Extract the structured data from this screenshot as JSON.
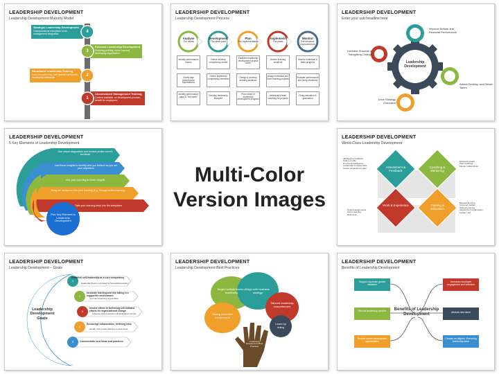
{
  "center": {
    "line1": "Multi-Color",
    "line2": "Version Images"
  },
  "tile_title": "LEADERSHIP DEVELOPMENT",
  "tiles": {
    "t1": {
      "subtitle": "Leadership Development Maturity Model",
      "levels": [
        {
          "num": "4",
          "title": "Strategic Leadership Development",
          "desc": "Championed at executives' level, management integration",
          "color": "#2b9e9a"
        },
        {
          "num": "3",
          "title": "Focused Leadership Development",
          "desc": "Enduring profiling, future focused, developing organization",
          "color": "#8cb841"
        },
        {
          "num": "2",
          "title": "Structured Leadership Training",
          "desc": "Core competencies, well defined curriculum, developing individuals",
          "color": "#f0a02a"
        },
        {
          "num": "1",
          "title": "Unconsistent Management Training",
          "desc": "Content available, no development process, benefit for employees",
          "color": "#c0392b"
        }
      ]
    },
    "t2": {
      "subtitle": "Leadership Development Process",
      "steps": [
        {
          "title": "Analyse",
          "sub": "The needs",
          "color": "#8cb841"
        },
        {
          "title": "Development",
          "sub": "The ideal point",
          "color": "#2b9e9a"
        },
        {
          "title": "Plan",
          "sub": "The implementation",
          "color": "#f0a02a"
        },
        {
          "title": "Implement",
          "sub": "The plans",
          "color": "#c0392b"
        },
        {
          "title": "Monitor",
          "sub": "Performance improvements",
          "color": "#4a6d8c"
        }
      ],
      "rows": [
        [
          "Identify performance issues",
          "Define develop competency model",
          "Establish leadership development project team",
          "Deliver learning solutions",
          "Monitor individual & team progress"
        ],
        [
          "Clarify high performance expectations",
          "Define leadership competency elements",
          "Design & develop learning solutions",
          "Assign individual and team learning projects",
          "Evaluate performance and verify readiness"
        ],
        [
          "Identify performance gaps & \"hot spots\"",
          "Develop leadership blueprint",
          "Plan rollout of leadership development program",
          "Individual & team coaching for projects",
          "Final evaluation & graduation"
        ]
      ]
    },
    "t3": {
      "subtitle": "Enter your sub headline here",
      "center": "Leadership Development",
      "items": [
        "Improve Bottom-line Financial Performance",
        "Increase Success in Navigating Change",
        "Attract Develop and Retain Talent",
        "Drive Strategy Execution"
      ]
    },
    "t4": {
      "subtitle": "5 Key Elements of Leadership Development",
      "base": "Five Key Element to Leadership Development",
      "items": [
        "Use robust diagnostics and context profile current feedback",
        "Use these insights to identify who you believe as you set your objectives",
        "Link your coaching to these insights",
        "Bring the workplace into your learning (e.g. through action learning)",
        "Take your learning back into the workplace"
      ],
      "colors": [
        "#2b9e9a",
        "#3a8fd1",
        "#8cb841",
        "#f0a02a",
        "#c0392b",
        "#3b4a5a"
      ]
    },
    "t6": {
      "subtitle": "World-Class Leadership Development",
      "diamonds": [
        {
          "label": "Assessment & Feedback",
          "color": "#2b9e9a"
        },
        {
          "label": "Coaching & Mentoring",
          "color": "#8cb841"
        },
        {
          "label": "Work & Experience",
          "color": "#c0392b"
        },
        {
          "label": "Training & Education",
          "color": "#f0a02a"
        }
      ],
      "left_top": [
        "360 Degree feedback",
        "Culture profile",
        "Emotional Intelligence",
        "Leadership competencies",
        "Career development plan"
      ],
      "right_top": [
        "Executive coach",
        "Peer coaching",
        "Mentor relationships"
      ],
      "left_bottom": [
        "Stretch assignments",
        "Action learning",
        "Real work"
      ],
      "right_bottom": [
        "Blended learning",
        "Common models",
        "Shared meaning",
        "Alignment of organization",
        "Leader - led"
      ]
    },
    "t7": {
      "subtitle": "Leadership Development – Goals",
      "center": "Leadership Development Goals",
      "goals": [
        {
          "n": "1",
          "title": "Establish self-leadership as a core competency",
          "desc": "leadership that is not limited by hierarchical position"
        },
        {
          "n": "2",
          "title": "Inculcate learning and risk taking in a supportive environment",
          "desc": "promote a learning organization"
        },
        {
          "n": "3",
          "title": "Involve others in furthering self-initiated efforts for organizational change",
          "desc": "influence others outside individual direct control"
        },
        {
          "n": "4",
          "title": "Encourage collaboration, bettering silos",
          "desc": "identify and remove barriers to work flows"
        },
        {
          "n": "5",
          "title": "Communicate best ideas and practices",
          "desc": ""
        }
      ],
      "colors": [
        "#2b9e9a",
        "#8cb841",
        "#c0392b",
        "#f0a02a",
        "#3a8fd1"
      ]
    },
    "t8": {
      "subtitle": "Leadership Development Best Practices",
      "bubbles": [
        "Target multiple levels of leadership",
        "Align with business strategy",
        "Tailored leadership competencies",
        "Strong executive involvement",
        "Learn by doing"
      ],
      "hand_label": "Leadership Development Best Practices"
    },
    "t9": {
      "subtitle": "Benefits of Leadership Development",
      "center": "Benefits of Leadership Development",
      "items": [
        "Support corporate growth initiatives",
        "Increases employee engagement and retention",
        "Fills the leadership pipeline",
        "Attracts new talent",
        "Provide career development opportunities",
        "Creates an aligned, Executing leadership team"
      ],
      "colors": [
        "#2b9e9a",
        "#c0392b",
        "#8cb841",
        "#3b4a5a",
        "#f0a02a",
        "#3a8fd1"
      ]
    }
  }
}
